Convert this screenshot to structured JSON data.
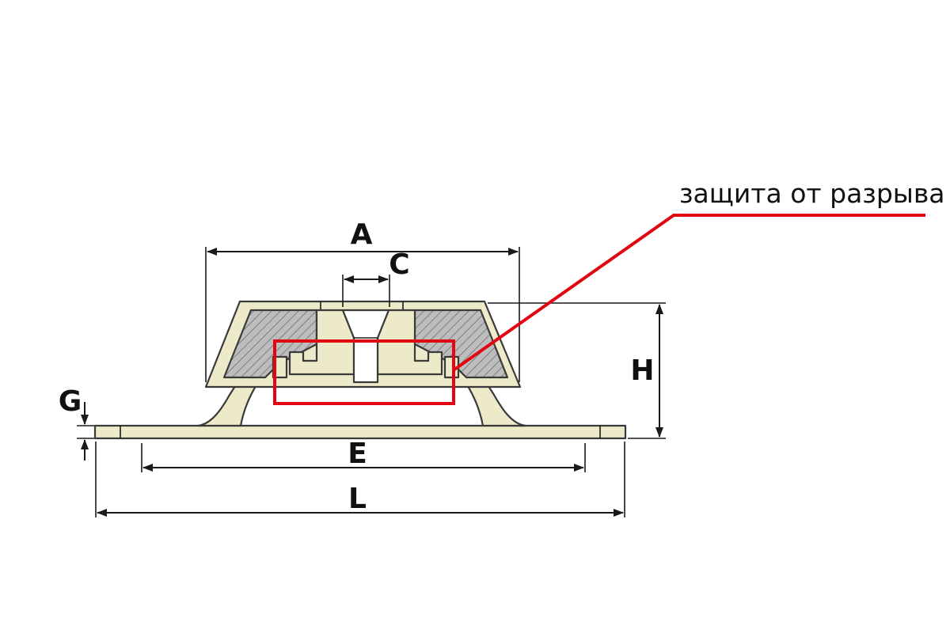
{
  "annotation": {
    "label": "защита от разрыва"
  },
  "dimensions": {
    "A": "A",
    "C": "C",
    "G": "G",
    "H": "H",
    "E": "E",
    "L": "L"
  },
  "colors": {
    "part_fill": "#edeac9",
    "rubber_fill": "#bdbdbd",
    "rubber_hatch": "#7f7f7f",
    "outline": "#3a3a3a",
    "dimension_line": "#1a1a1a",
    "callout_red": "#e20613",
    "background": "#ffffff",
    "text": "#111111"
  }
}
